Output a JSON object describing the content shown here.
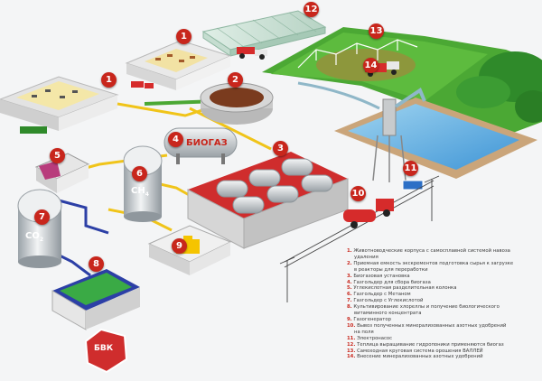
{
  "badges": [
    "1",
    "1",
    "2",
    "3",
    "4",
    "5",
    "6",
    "7",
    "8",
    "9",
    "10",
    "11",
    "12",
    "13",
    "14"
  ],
  "tank_labels": {
    "biogas": "БИОГАЗ",
    "methane": {
      "main": "CH",
      "sub": "4"
    },
    "co2": {
      "main": "CO",
      "sub": "2"
    },
    "bvk": "БВК"
  },
  "legend": [
    {
      "n": "1.",
      "t": "Животноводческие корпуса  с самосплавной системой навоза",
      "c": "удаления"
    },
    {
      "n": "2.",
      "t": "Приемная емкость экскрементов подготовка сырья к загрузке",
      "c": "в реакторы  для переработки"
    },
    {
      "n": "3.",
      "t": "Биогазовая установка"
    },
    {
      "n": "4.",
      "t": "Газгольдер для сбора биогаза"
    },
    {
      "n": "5.",
      "t": "Углекислотная разделительная колонка"
    },
    {
      "n": "6.",
      "t": "Газгольдер с  Метаном"
    },
    {
      "n": "7.",
      "t": "Газгольдер с Углекислотой"
    },
    {
      "n": "8.",
      "t": "Культивирование хлореллы и получение биологического",
      "c": "витаминного концентрата"
    },
    {
      "n": "9.",
      "t": "Газогенератор"
    },
    {
      "n": "10.",
      "t": "Вывоз полученных минерализованных азотных удобрений",
      "c": "на поля"
    },
    {
      "n": "11.",
      "t": "Электронасос"
    },
    {
      "n": "12.",
      "t": "Теплица выращивание гидропоники применяются биогаз"
    },
    {
      "n": "13.",
      "t": "Самоходная круговая система орошения ВАЛЛЕЙ"
    },
    {
      "n": "14.",
      "t": "Внесение  минерализованных азотных удобрений"
    }
  ]
}
